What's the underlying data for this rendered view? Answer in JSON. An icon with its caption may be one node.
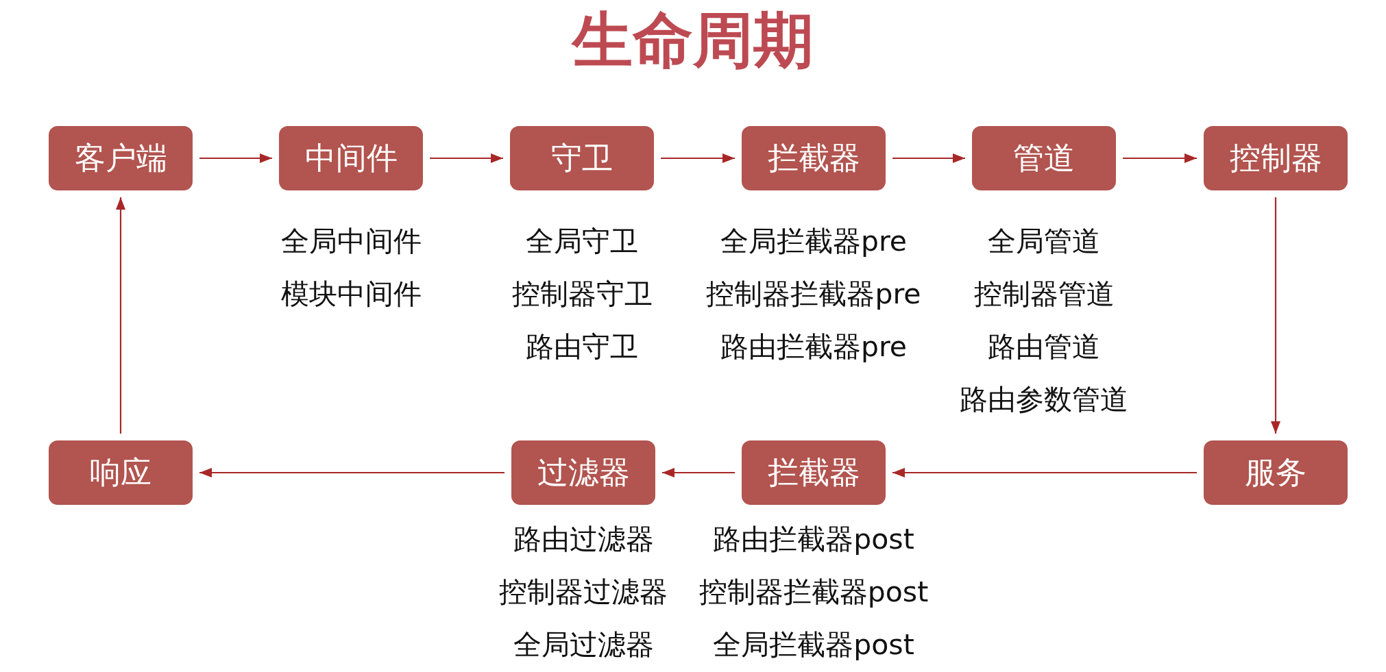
{
  "diagram": {
    "title": "生命周期",
    "nodes": [
      {
        "text": [
          "客户端"
        ]
      },
      {
        "text": [
          "中间件"
        ],
        "beside": [
          "全局中间件",
          "模块中间件"
        ]
      },
      {
        "text": [
          "守卫"
        ],
        "beside": [
          "全局守卫",
          "控制器守卫",
          "路由守卫"
        ]
      },
      {
        "text": [
          "拦截器"
        ],
        "beside": [
          "全局拦截器pre",
          "控制器拦截器pre",
          "路由拦截器pre"
        ]
      },
      {
        "text": [
          "管道"
        ],
        "beside": [
          "全局管道",
          "控制器管道",
          "路由管道",
          "路由参数管道"
        ]
      },
      {
        "text": [
          "控制器"
        ]
      },
      {
        "text": [
          "响应"
        ]
      },
      {
        "text": [
          "过滤器"
        ],
        "beside": [
          "路由过滤器",
          "控制器过滤器",
          "全局过滤器"
        ]
      },
      {
        "text": [
          "拦截器"
        ],
        "beside": [
          "路由拦截器post",
          "控制器拦截器post",
          "全局拦截器post"
        ]
      },
      {
        "text": [
          "服务"
        ]
      }
    ],
    "edges": [
      {
        "from": 0,
        "to": 1,
        "arrow": "to"
      },
      {
        "from": 1,
        "to": 2,
        "arrow": "to"
      },
      {
        "from": 2,
        "to": 3,
        "arrow": "to"
      },
      {
        "from": 3,
        "to": 4,
        "arrow": "to"
      },
      {
        "from": 4,
        "to": 5,
        "arrow": "to"
      },
      {
        "from": 5,
        "to": 9,
        "arrow": "to"
      },
      {
        "from": 9,
        "to": 8,
        "arrow": "to"
      },
      {
        "from": 8,
        "to": 7,
        "arrow": "to"
      },
      {
        "from": 7,
        "to": 6,
        "arrow": "to"
      },
      {
        "from": 6,
        "to": 0,
        "arrow": "to"
      }
    ]
  }
}
